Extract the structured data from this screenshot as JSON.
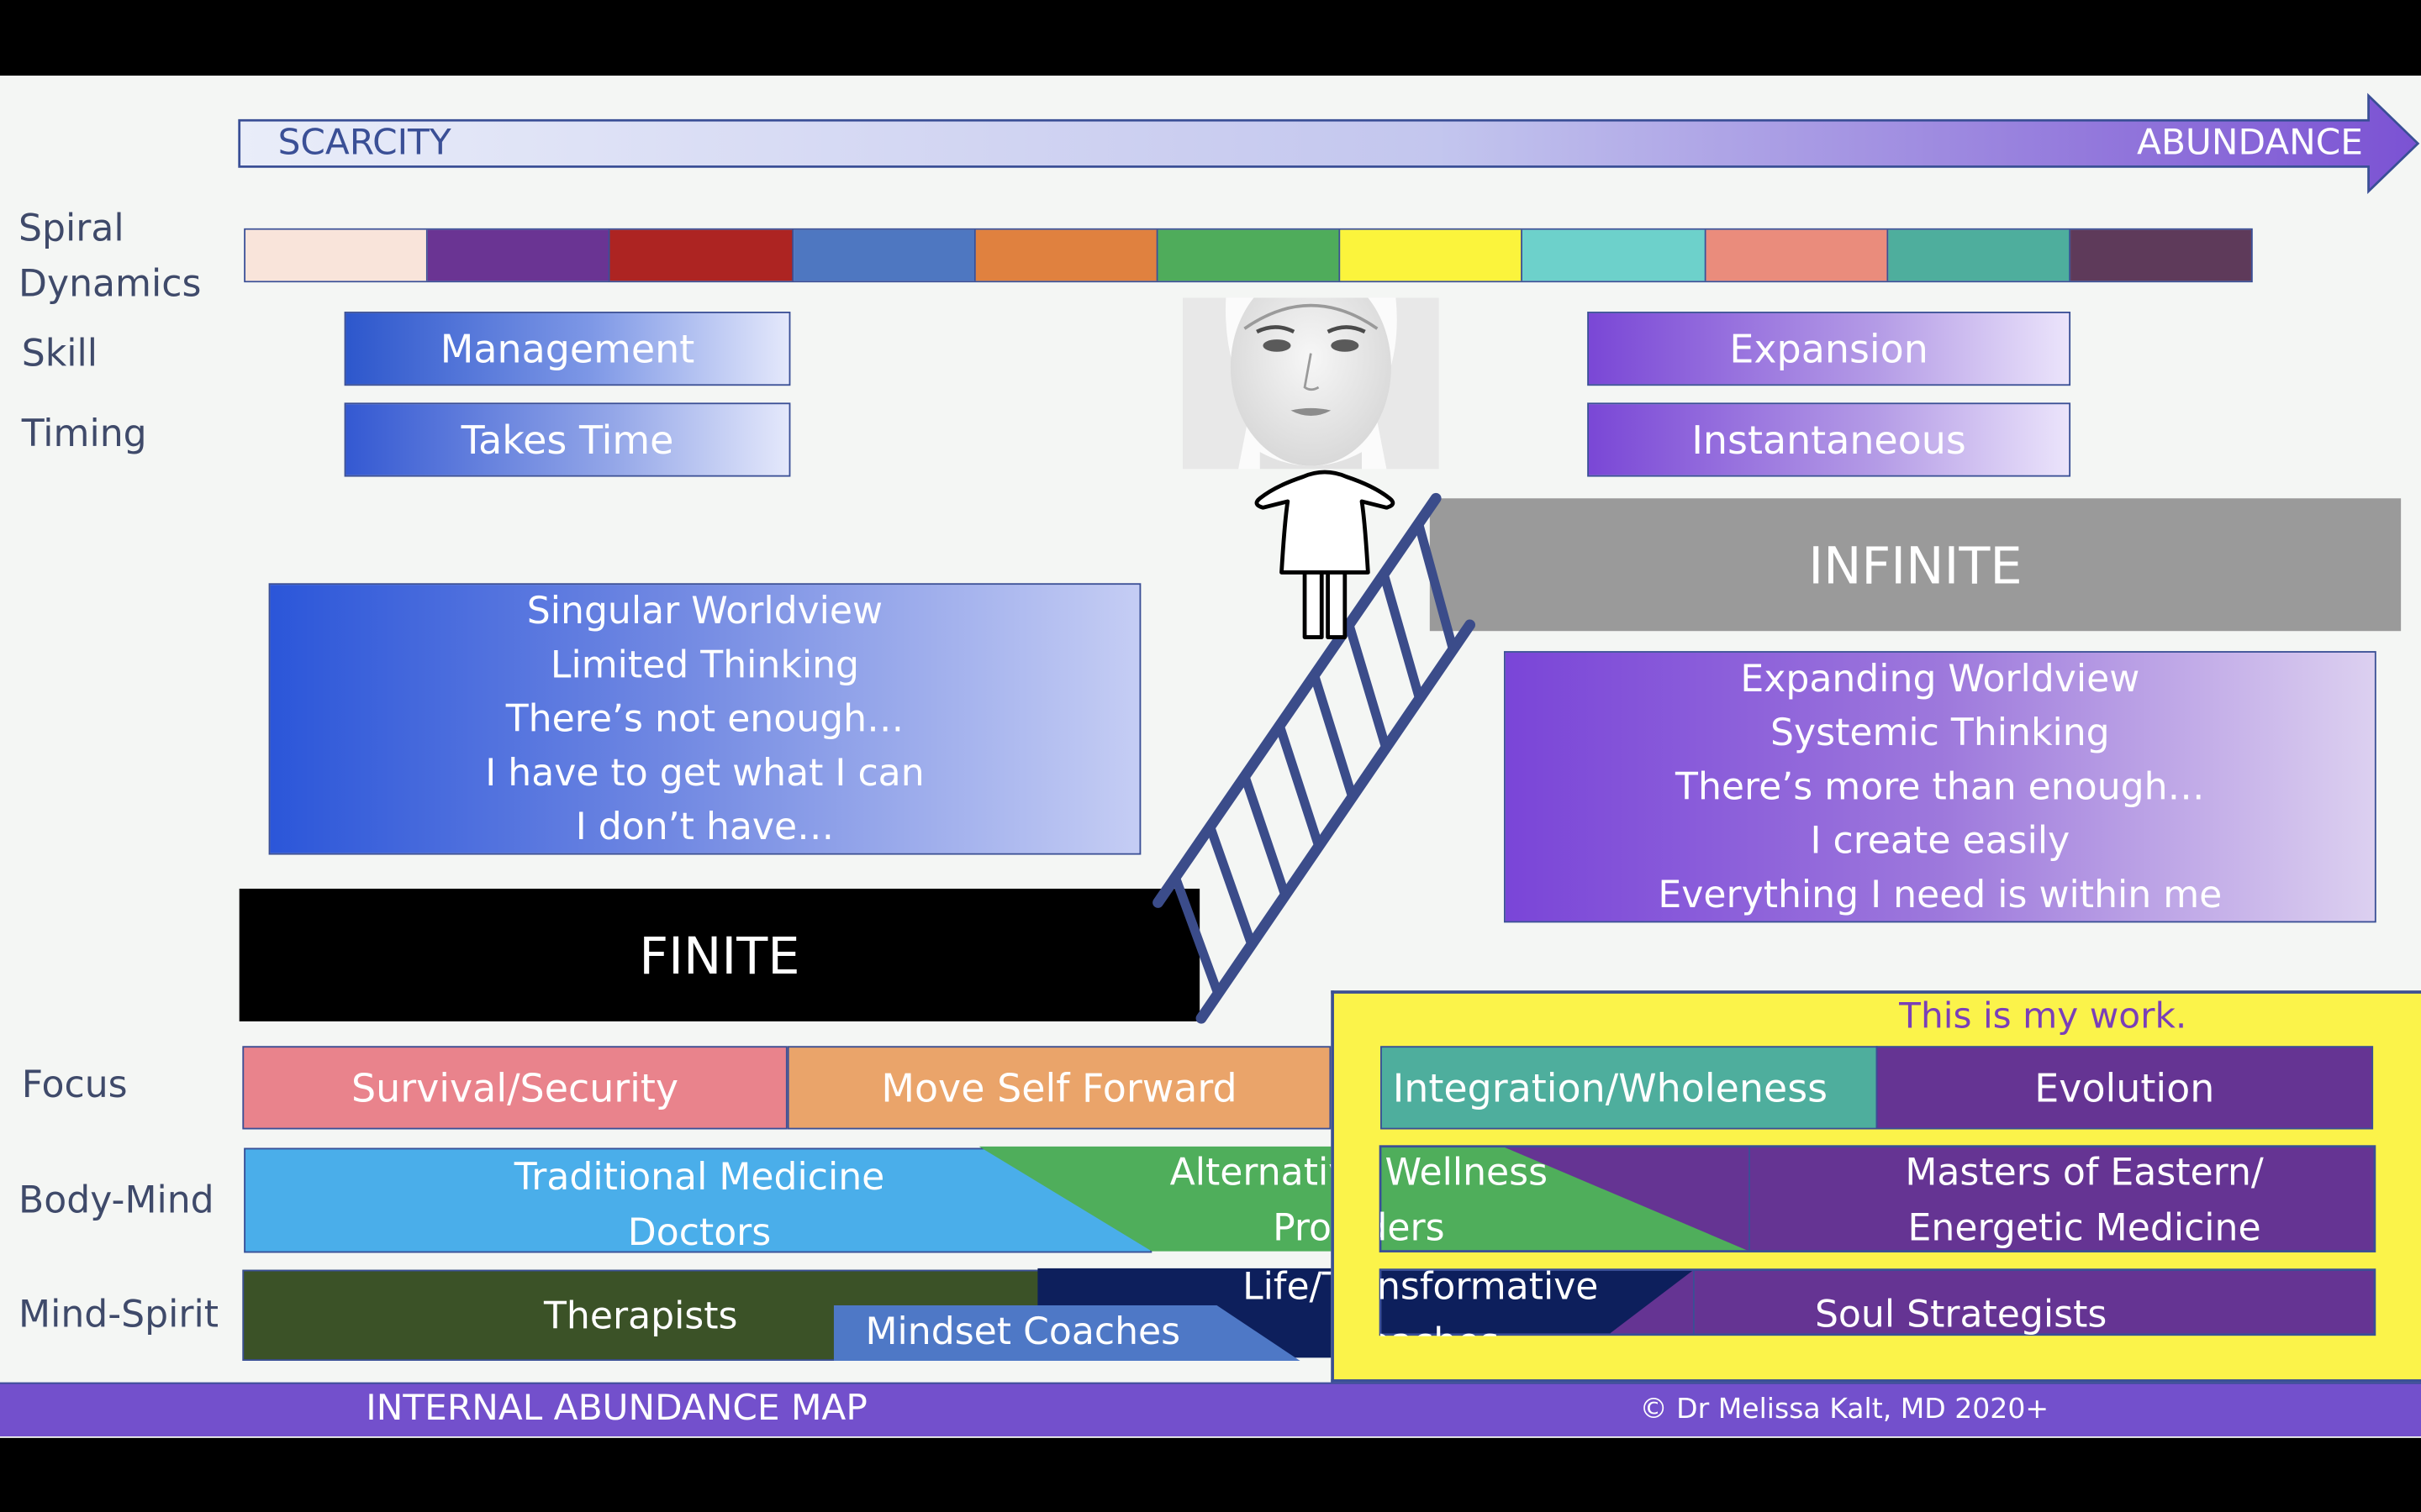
{
  "banner": {
    "left": "SCARCITY",
    "right": "ABUNDANCE"
  },
  "rows": {
    "spiral": "Spiral\nDynamics",
    "skill": "Skill",
    "timing": "Timing",
    "focus": "Focus",
    "body_mind": "Body-Mind",
    "mind_spirit": "Mind-Spirit"
  },
  "spiral_colors": [
    "#f9e4da",
    "#6a3493",
    "#ad2422",
    "#4e77c1",
    "#e0813f",
    "#4fac5b",
    "#fbf43c",
    "#6dd1cb",
    "#ea8c7c",
    "#4eae9d",
    "#5e3a5a"
  ],
  "skill": {
    "left": "Management",
    "right": "Expansion"
  },
  "timing": {
    "left": "Takes Time",
    "right": "Instantaneous"
  },
  "finite": {
    "label": "FINITE",
    "lines": [
      "Singular Worldview",
      "Limited Thinking",
      "There’s not enough…",
      "I have to get what I can",
      "I don’t have…"
    ]
  },
  "infinite": {
    "label": "INFINITE",
    "lines": [
      "Expanding Worldview",
      "Systemic Thinking",
      "There’s more than enough…",
      "I create easily",
      "Everything I need is within me"
    ]
  },
  "my_work": "This is my work.",
  "focus": [
    "Survival/Security",
    "Move Self Forward",
    "Integration/Wholeness",
    "Evolution"
  ],
  "body_mind": {
    "traditional": "Traditional Medicine\nDoctors",
    "alternative": "Alternative Wellness\nProviders",
    "masters": "Masters of Eastern/\nEnergetic Medicine"
  },
  "mind_spirit": {
    "therapists": "Therapists",
    "mindset": "Mindset Coaches",
    "life": "Life/Transformative\nCoaches",
    "soul": "Soul Strategists"
  },
  "footer": {
    "title": "INTERNAL ABUNDANCE MAP",
    "copyright": "© Dr Melissa Kalt, MD 2020+"
  },
  "colors": {
    "finite_blue": "#2f5ad8",
    "infinite_purple": "#7a4fd6",
    "highlight": "#fbf34a",
    "footer": "#7350cc"
  }
}
